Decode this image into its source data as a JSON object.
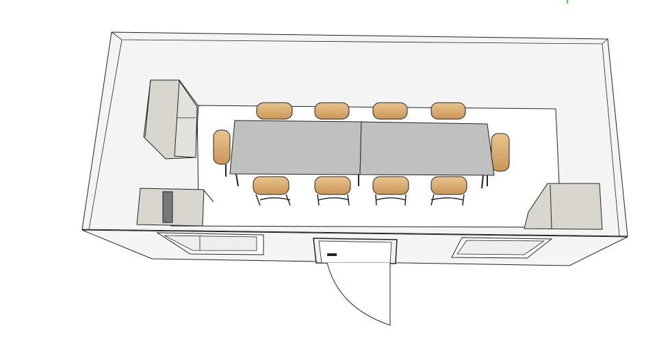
{
  "scene": {
    "description_label": "",
    "colors": {
      "wall_top": "#f3f5f5",
      "floor": "#ffffff",
      "wall_face": "#f4f5f5",
      "table": "#c0c0c0",
      "chair_wood": "#e2b876",
      "chair_wood_dark": "#c9955a",
      "appliance": "#d8d6cf",
      "outline": "#222222",
      "axis_marker": "#00cc00"
    },
    "counts": {
      "chairs": 10,
      "tables": 2,
      "windows": 2,
      "doors": 1
    }
  }
}
